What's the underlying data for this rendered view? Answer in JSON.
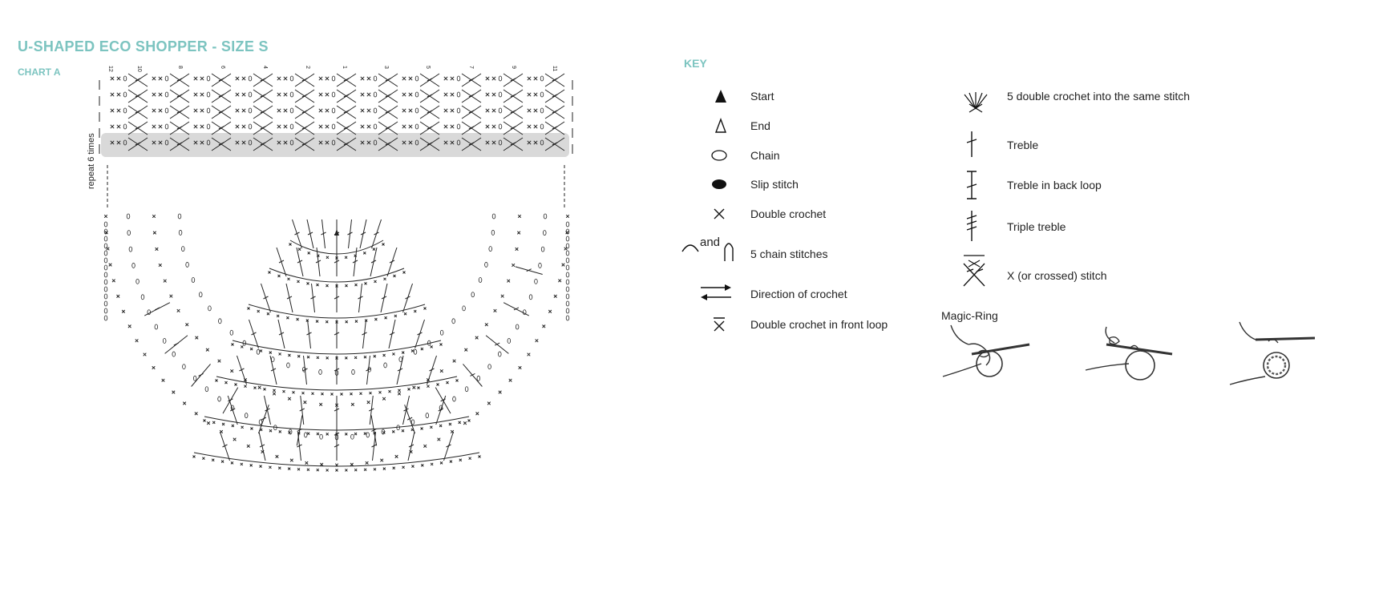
{
  "colors": {
    "accent": "#7cc4c0",
    "band": "#d9d9d9",
    "ink": "#222222"
  },
  "title": "U-SHAPED ECO SHOPPER - SIZE S",
  "subtitle": "CHART A",
  "chart": {
    "repeat_label": "repeat 6 times",
    "column_numbers": [
      "12",
      "10",
      "8",
      "6",
      "4",
      "2",
      "1",
      "3",
      "5",
      "7",
      "9",
      "11"
    ]
  },
  "key": {
    "heading": "KEY",
    "items": [
      {
        "icon": "start-triangle-filled-icon",
        "label": "Start"
      },
      {
        "icon": "end-triangle-outline-icon",
        "label": "End"
      },
      {
        "icon": "chain-oval-icon",
        "label": "Chain"
      },
      {
        "icon": "slip-stitch-filled-oval-icon",
        "label": "Slip stitch"
      },
      {
        "icon": "double-crochet-x-icon",
        "label": "Double crochet"
      },
      {
        "icon": "chain-arc-icon",
        "label": "5 chain stitches",
        "connector": "and"
      },
      {
        "icon": "direction-arrows-icon",
        "label": "Direction of crochet"
      },
      {
        "icon": "front-loop-x-icon",
        "label": "Double crochet in front loop"
      },
      {
        "icon": "fan-5dc-icon",
        "label": "5 double crochet into the same stitch"
      },
      {
        "icon": "treble-icon",
        "label": "Treble"
      },
      {
        "icon": "treble-back-loop-icon",
        "label": "Treble in back loop"
      },
      {
        "icon": "triple-treble-icon",
        "label": "Triple treble"
      },
      {
        "icon": "crossed-stitch-icon",
        "label": "X (or crossed) stitch"
      }
    ]
  },
  "magic_ring": {
    "label": "Magic-Ring"
  }
}
